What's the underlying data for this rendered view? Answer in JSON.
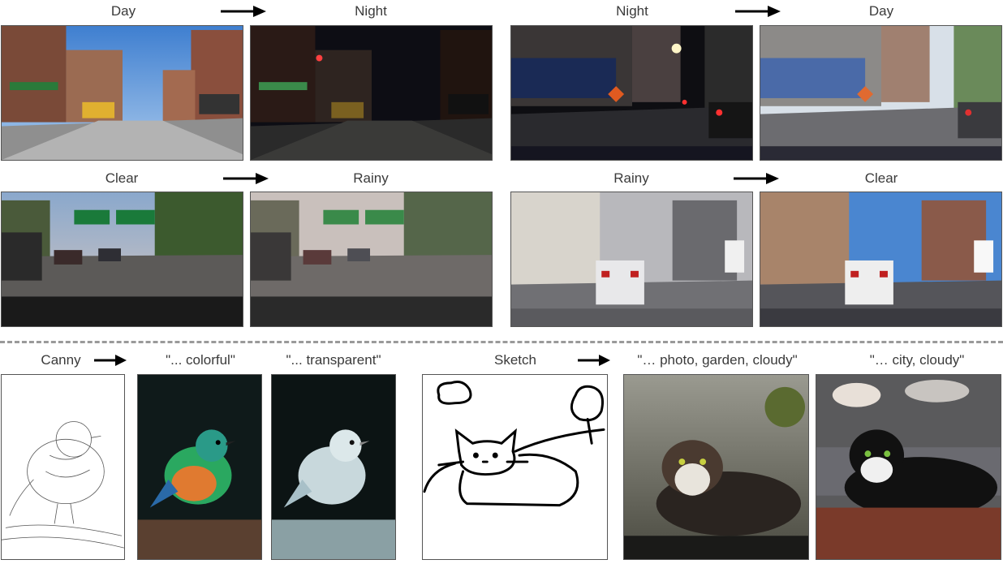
{
  "figure": {
    "top_left": {
      "row1": {
        "from": "Day",
        "to": "Night"
      },
      "row2": {
        "from": "Clear",
        "to": "Rainy"
      }
    },
    "top_right": {
      "row1": {
        "from": "Night",
        "to": "Day"
      },
      "row2": {
        "from": "Rainy",
        "to": "Clear"
      }
    },
    "bottom_left": {
      "input": "Canny",
      "prompt1": "\"... colorful\"",
      "prompt2": "\"... transparent\""
    },
    "bottom_right": {
      "input": "Sketch",
      "prompt1": "\"… photo, garden, cloudy\"",
      "prompt2": "\"… city, cloudy\""
    }
  }
}
